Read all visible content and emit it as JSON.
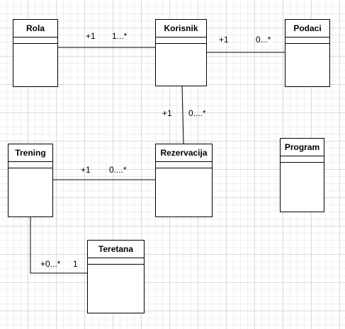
{
  "classes": {
    "rola": {
      "name": "Rola"
    },
    "korisnik": {
      "name": "Korisnik"
    },
    "podaci": {
      "name": "Podaci"
    },
    "trening": {
      "name": "Trening"
    },
    "rezervacija": {
      "name": "Rezervacija"
    },
    "program": {
      "name": "Program"
    },
    "teretana": {
      "name": "Teretana"
    }
  },
  "associations": {
    "rola_korisnik": {
      "source_multiplicity": "+1",
      "target_multiplicity": "1...*"
    },
    "korisnik_podaci": {
      "source_multiplicity": "+1",
      "target_multiplicity": "0...*"
    },
    "korisnik_rezervacija": {
      "source_multiplicity": "+1",
      "target_multiplicity": "0....*"
    },
    "trening_rezervacija": {
      "source_multiplicity": "+1",
      "target_multiplicity": "0....*"
    },
    "trening_teretana": {
      "source_multiplicity": "+0...*",
      "target_multiplicity": "1"
    }
  }
}
